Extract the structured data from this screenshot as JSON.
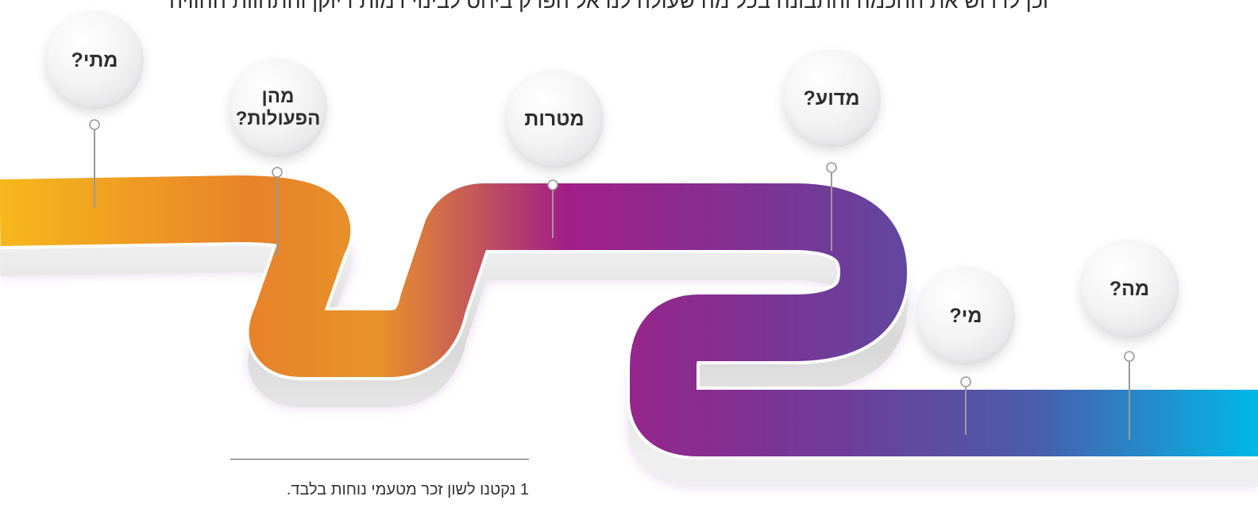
{
  "header": {
    "top_text": "וכן לדרוש את החכמה והתבונה בכל מה שעולה לנו אל הפרק ביחס לבינוי דמות דיוקן והתחוות ההוויה"
  },
  "steps": [
    {
      "label": "מתי?"
    },
    {
      "label": "מהן הפעולות?"
    },
    {
      "label": "מטרות"
    },
    {
      "label": "מדוע?"
    },
    {
      "label": "מי?"
    },
    {
      "label": "מה?"
    }
  ],
  "footnote": {
    "text": "1 נקטנו לשון זכר מטעמי נוחות בלבד."
  },
  "colors": {
    "road_left": "#f6b81b",
    "road_orange": "#e8822a",
    "road_magenta": "#a21e87",
    "road_purple": "#6b3f9a",
    "road_right": "#00b8e8",
    "pin": "#9a9a9a"
  }
}
